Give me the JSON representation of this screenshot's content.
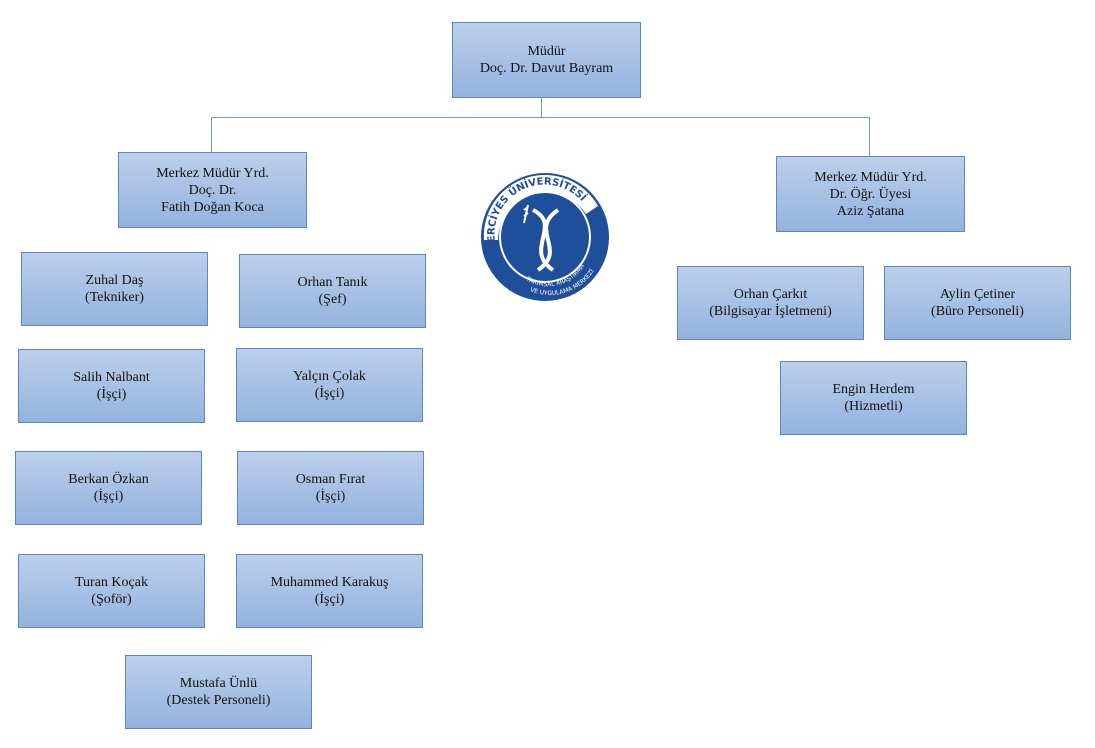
{
  "director": {
    "title": "Müdür",
    "name": "Doç. Dr. Davut Bayram"
  },
  "deputy_left": {
    "title": "Merkez Müdür Yrd.",
    "degree": "Doç. Dr.",
    "name": "Fatih Doğan Koca"
  },
  "deputy_right": {
    "title": "Merkez Müdür Yrd.",
    "degree": "Dr. Öğr. Üyesi",
    "name": "Aziz Şatana"
  },
  "left_staff": [
    {
      "name": "Zuhal Daş",
      "role": "(Tekniker)"
    },
    {
      "name": "Orhan Tanık",
      "role": "(Şef)"
    },
    {
      "name": "Salih Nalbant",
      "role": "(İşçi)"
    },
    {
      "name": "Yalçın Çolak",
      "role": "(İşçi)"
    },
    {
      "name": "Berkan Özkan",
      "role": "(İşçi)"
    },
    {
      "name": "Osman Fırat",
      "role": "(İşçi)"
    },
    {
      "name": "Turan Koçak",
      "role": "(Şoför)"
    },
    {
      "name": "Muhammed Karakuş",
      "role": "(İşçi)"
    },
    {
      "name": "Mustafa Ünlü",
      "role": "(Destek Personeli)"
    }
  ],
  "right_staff": [
    {
      "name": "Orhan Çarkıt",
      "role": "(Bilgisayar İşletmeni)"
    },
    {
      "name": "Aylin Çetiner",
      "role": "(Büro Personeli)"
    },
    {
      "name": "Engin Herdem",
      "role": "(Hizmetli)"
    }
  ],
  "logo": {
    "top_text": "ERCİYES ÜNİVERSİTESİ",
    "bottom_text_1": "TARIMSAL ARAŞTIRMA",
    "bottom_text_2": "VE UYGULAMA MERKEZİ"
  },
  "colors": {
    "box_border": "#5b87c6",
    "logo_blue": "#1f4e9a"
  }
}
